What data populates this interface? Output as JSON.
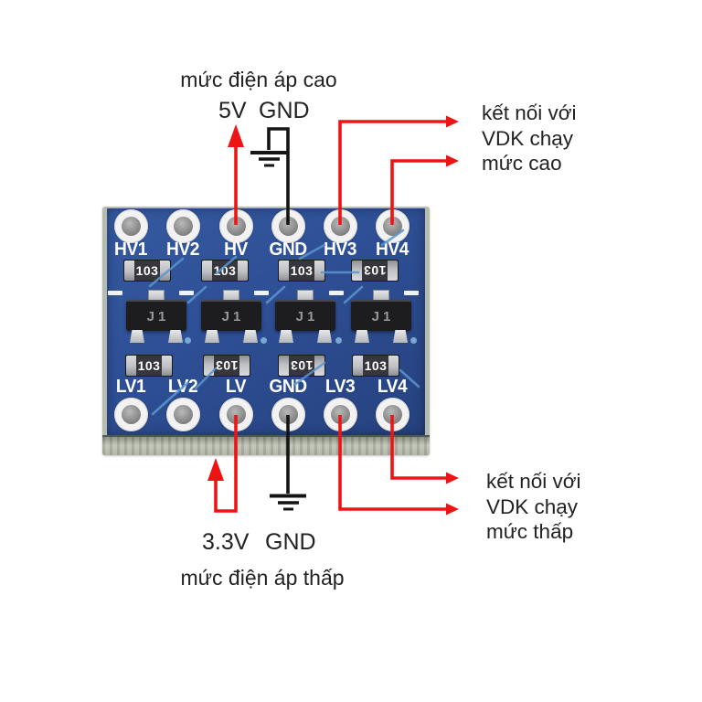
{
  "colors": {
    "page_bg": "#ffffff",
    "text": "#222222",
    "wire_red": "#ee1414",
    "wire_black": "#141414",
    "pcb": "#2e4f95",
    "pcb_light": "#35599f",
    "pcb_dark": "#26427f",
    "edge": "#b7bbae",
    "trace": "#5b95cf",
    "via": "#7fb2dc",
    "silkscreen": "#ffffff",
    "resistor_body": "#36363c",
    "resistor_cap": "#bfc1c4",
    "transistor_body": "#1d1d20",
    "transistor_text": "#97989c",
    "pin_ring": "#f2f2f2",
    "pin_hole": "#8d8d8d"
  },
  "annotations": {
    "top_title": "mức điện áp cao",
    "top_supply": "5V",
    "top_gnd": "GND",
    "right_top": {
      "line1": "kết nối với",
      "line2": "VDK chạy",
      "line3": "mức cao"
    },
    "bottom_supply": "3.3V",
    "bottom_gnd": "GND",
    "bottom_title": "mức điện áp thấp",
    "right_bottom": {
      "line1": "kết nối với",
      "line2": "VDK chạy",
      "line3": "mức thấp"
    }
  },
  "board": {
    "top_pins": [
      "HV1",
      "HV2",
      "HV",
      "GND",
      "HV3",
      "HV4"
    ],
    "bottom_pins": [
      "LV1",
      "LV2",
      "LV",
      "GND",
      "LV3",
      "LV4"
    ],
    "resistor_label": "103",
    "transistor_label": "J1"
  }
}
